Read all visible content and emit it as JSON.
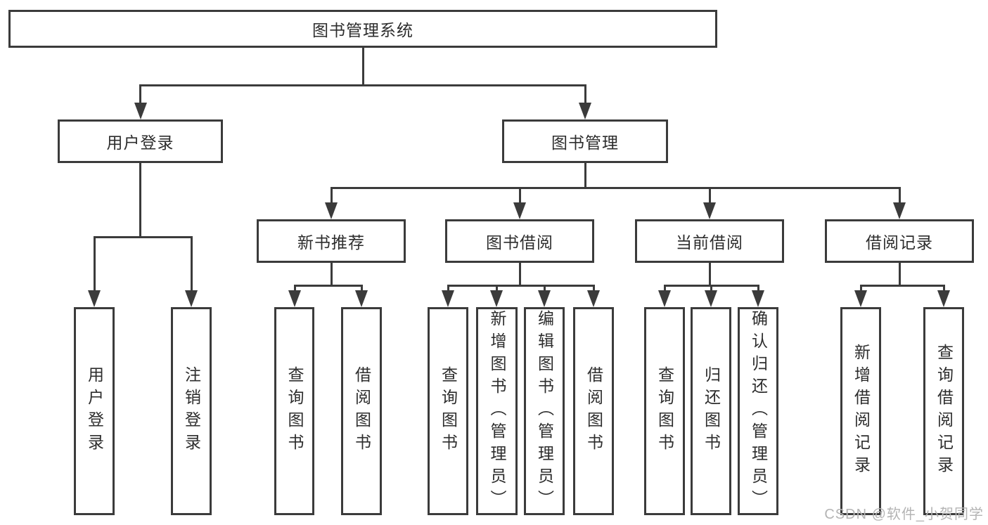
{
  "tree": {
    "root": "图书管理系统",
    "children": [
      {
        "label": "用户登录",
        "children": [
          "用户登录",
          "注销登录"
        ]
      },
      {
        "label": "图书管理",
        "children": [
          {
            "label": "新书推荐",
            "children": [
              "查询图书",
              "借阅图书"
            ]
          },
          {
            "label": "图书借阅",
            "children": [
              "查询图书",
              "新增图书（管理员）",
              "编辑图书（管理员）",
              "借阅图书"
            ]
          },
          {
            "label": "当前借阅",
            "children": [
              "查询图书",
              "归还图书",
              "确认归还（管理员）"
            ]
          },
          {
            "label": "借阅记录",
            "children": [
              "新增借阅记录",
              "查询借阅记录"
            ]
          }
        ]
      }
    ]
  },
  "watermark": {
    "text": "CSDN @软件_小贺同学"
  },
  "colors": {
    "line": "#3b3b3b",
    "text": "#2d2d2d",
    "watermark": "#b4b4b4",
    "background": "#ffffff"
  }
}
